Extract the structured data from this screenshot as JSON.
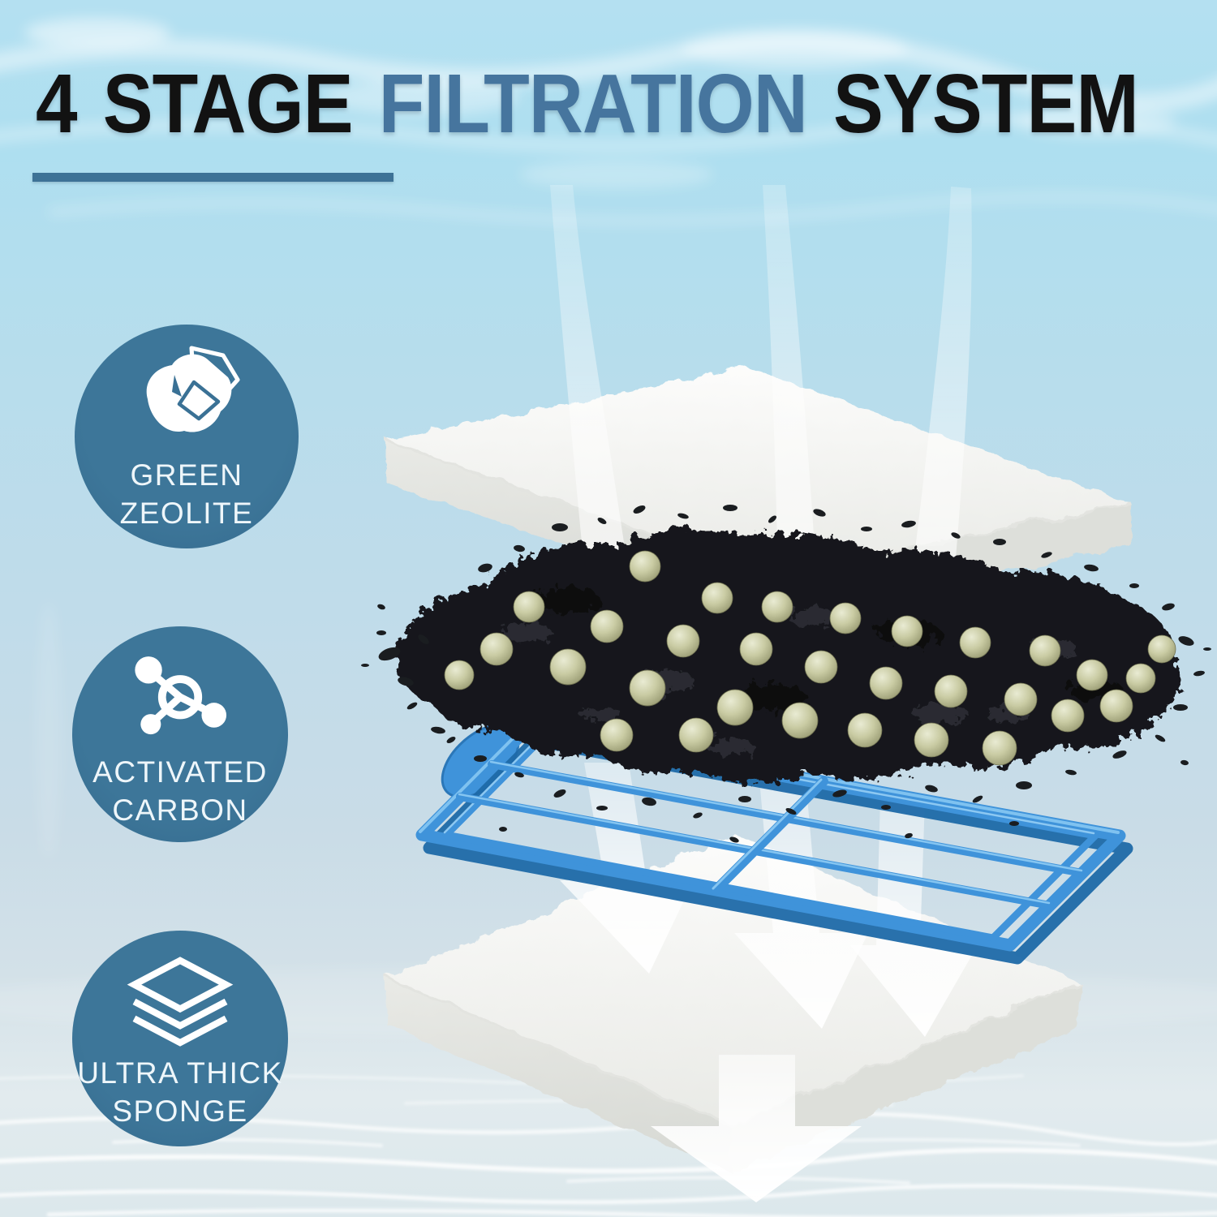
{
  "title": {
    "black1": "4 STAGE",
    "blue": "FILTRATION",
    "black2": "SYSTEM"
  },
  "stages": [
    {
      "icon": "zeolite-rock-icon",
      "line1": "GREEN",
      "line2": "ZEOLITE"
    },
    {
      "icon": "molecule-icon",
      "line1": "ACTIVATED",
      "line2": "CARBON"
    },
    {
      "icon": "layers-icon",
      "line1": "ULTRA THICK",
      "line2": "SPONGE"
    }
  ],
  "diagram": {
    "layers_top_to_bottom": [
      "fine filter floss pad",
      "activated carbon with green zeolite balls",
      "blue plastic support frame",
      "ultra thick sponge pad"
    ],
    "flow_direction": "top to bottom"
  },
  "colors": {
    "badge_bg": "#3a7195",
    "title_black": "#121212",
    "title_blue": "#46759e",
    "underline_blue": "#3d7296",
    "frame_blue": "#3f93da",
    "frame_blue_dark": "#2271b2",
    "frame_blue_light": "#8cc8f2",
    "water_top": "#b5e1f0",
    "water_bottom": "#dde9ed",
    "carbon_black": "#17191c",
    "zeolite_ball": "#c9cba3",
    "sponge_white": "#f5f6f3"
  }
}
